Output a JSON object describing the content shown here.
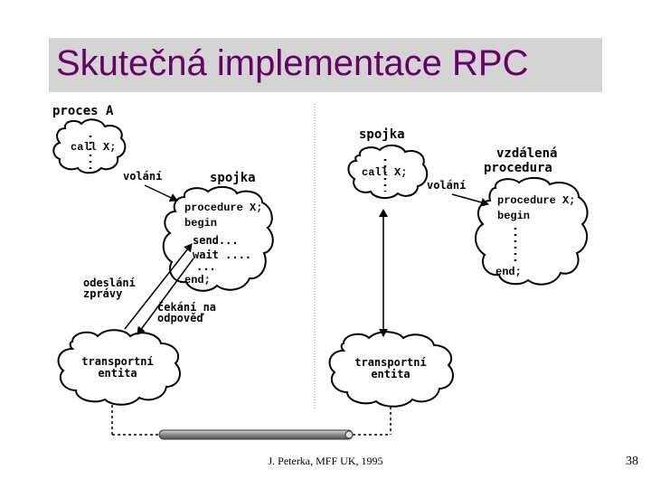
{
  "title": "Skutečná implementace RPC",
  "footer": "J. Peterka, MFF UK, 1995",
  "page_number": "38",
  "diagram": {
    "left": {
      "process_label": "proces A",
      "call_line": "call X;",
      "call_label": "volání",
      "stub_label": "spojka",
      "stub_code": [
        "procedure X;",
        "begin",
        "send...",
        "wait ....",
        "...",
        "end;"
      ],
      "send_label": [
        "odeslání",
        "zprávy"
      ],
      "wait_label": [
        "čekání na",
        "odpověď"
      ],
      "transport_label": [
        "transportní",
        "entita"
      ]
    },
    "right": {
      "stub_label": "spojka",
      "call_line": "call X;",
      "call_label": "volání",
      "remote_label": [
        "vzdálená",
        "procedura"
      ],
      "proc_code": [
        "procedure X;",
        "begin",
        "end;"
      ],
      "transport_label": [
        "transportní",
        "entita"
      ]
    }
  }
}
